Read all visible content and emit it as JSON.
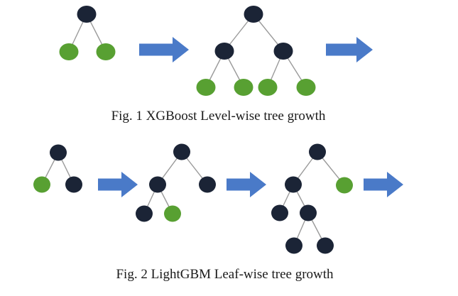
{
  "colors": {
    "internal_node": "#1b2436",
    "leaf_node": "#58a032",
    "edge": "#9a9a9a",
    "arrow": "#4a7ac8",
    "background": "#ffffff"
  },
  "figures": [
    {
      "id": "fig1",
      "caption": "Fig. 1 XGBoost Level-wise tree growth",
      "stages": [
        {
          "nodes": [
            {
              "id": "a",
              "kind": "internal"
            },
            {
              "id": "b",
              "kind": "leaf"
            },
            {
              "id": "c",
              "kind": "leaf"
            }
          ],
          "edges": [
            [
              "a",
              "b"
            ],
            [
              "a",
              "c"
            ]
          ]
        },
        {
          "nodes": [
            {
              "id": "a",
              "kind": "internal"
            },
            {
              "id": "b",
              "kind": "internal"
            },
            {
              "id": "c",
              "kind": "internal"
            },
            {
              "id": "d",
              "kind": "leaf"
            },
            {
              "id": "e",
              "kind": "leaf"
            },
            {
              "id": "f",
              "kind": "leaf"
            },
            {
              "id": "g",
              "kind": "leaf"
            }
          ],
          "edges": [
            [
              "a",
              "b"
            ],
            [
              "a",
              "c"
            ],
            [
              "b",
              "d"
            ],
            [
              "b",
              "e"
            ],
            [
              "c",
              "f"
            ],
            [
              "c",
              "g"
            ]
          ]
        }
      ],
      "arrow_count": 2
    },
    {
      "id": "fig2",
      "caption": "Fig. 2 LightGBM Leaf-wise tree growth",
      "stages": [
        {
          "nodes": [
            {
              "id": "a",
              "kind": "internal"
            },
            {
              "id": "b",
              "kind": "leaf"
            },
            {
              "id": "c",
              "kind": "internal"
            }
          ],
          "edges": [
            [
              "a",
              "b"
            ],
            [
              "a",
              "c"
            ]
          ]
        },
        {
          "nodes": [
            {
              "id": "a",
              "kind": "internal"
            },
            {
              "id": "b",
              "kind": "internal"
            },
            {
              "id": "c",
              "kind": "internal"
            },
            {
              "id": "d",
              "kind": "internal"
            },
            {
              "id": "e",
              "kind": "leaf"
            }
          ],
          "edges": [
            [
              "a",
              "b"
            ],
            [
              "a",
              "c"
            ],
            [
              "b",
              "d"
            ],
            [
              "b",
              "e"
            ]
          ]
        },
        {
          "nodes": [
            {
              "id": "a",
              "kind": "internal"
            },
            {
              "id": "b",
              "kind": "internal"
            },
            {
              "id": "c",
              "kind": "leaf"
            },
            {
              "id": "d",
              "kind": "internal"
            },
            {
              "id": "e",
              "kind": "internal"
            },
            {
              "id": "f",
              "kind": "internal"
            },
            {
              "id": "g",
              "kind": "internal"
            }
          ],
          "edges": [
            [
              "a",
              "b"
            ],
            [
              "a",
              "c"
            ],
            [
              "b",
              "d"
            ],
            [
              "b",
              "e"
            ],
            [
              "e",
              "f"
            ],
            [
              "e",
              "g"
            ]
          ]
        }
      ],
      "arrow_count": 3
    }
  ]
}
